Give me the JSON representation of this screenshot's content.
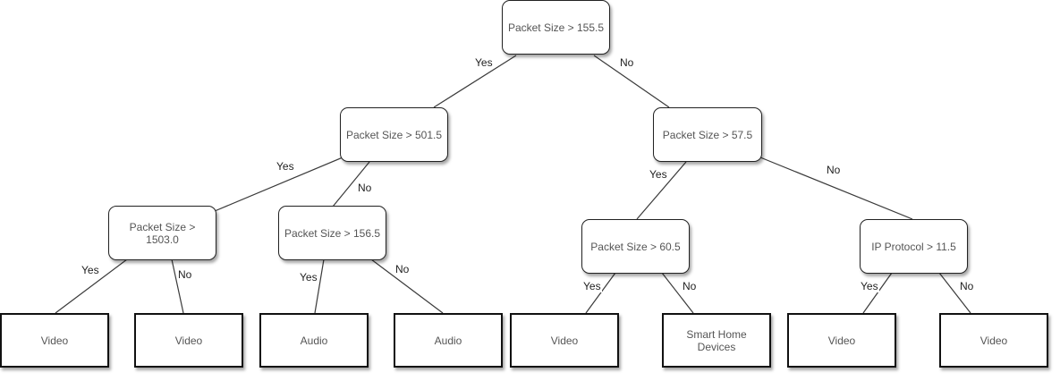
{
  "nodes": {
    "root": "Packet Size > 155.5",
    "l1_left": "Packet Size > 501.5",
    "l1_right": "Packet Size > 57.5",
    "l2_a": "Packet Size > 1503.0",
    "l2_b": "Packet Size > 156.5",
    "l2_c": "Packet Size > 60.5",
    "l2_d": "IP Protocol > 11.5"
  },
  "leaves": [
    "Video",
    "Video",
    "Audio",
    "Audio",
    "Video",
    "Smart Home Devices",
    "Video",
    "Video"
  ],
  "edge_labels": {
    "yes": "Yes",
    "no": "No"
  }
}
